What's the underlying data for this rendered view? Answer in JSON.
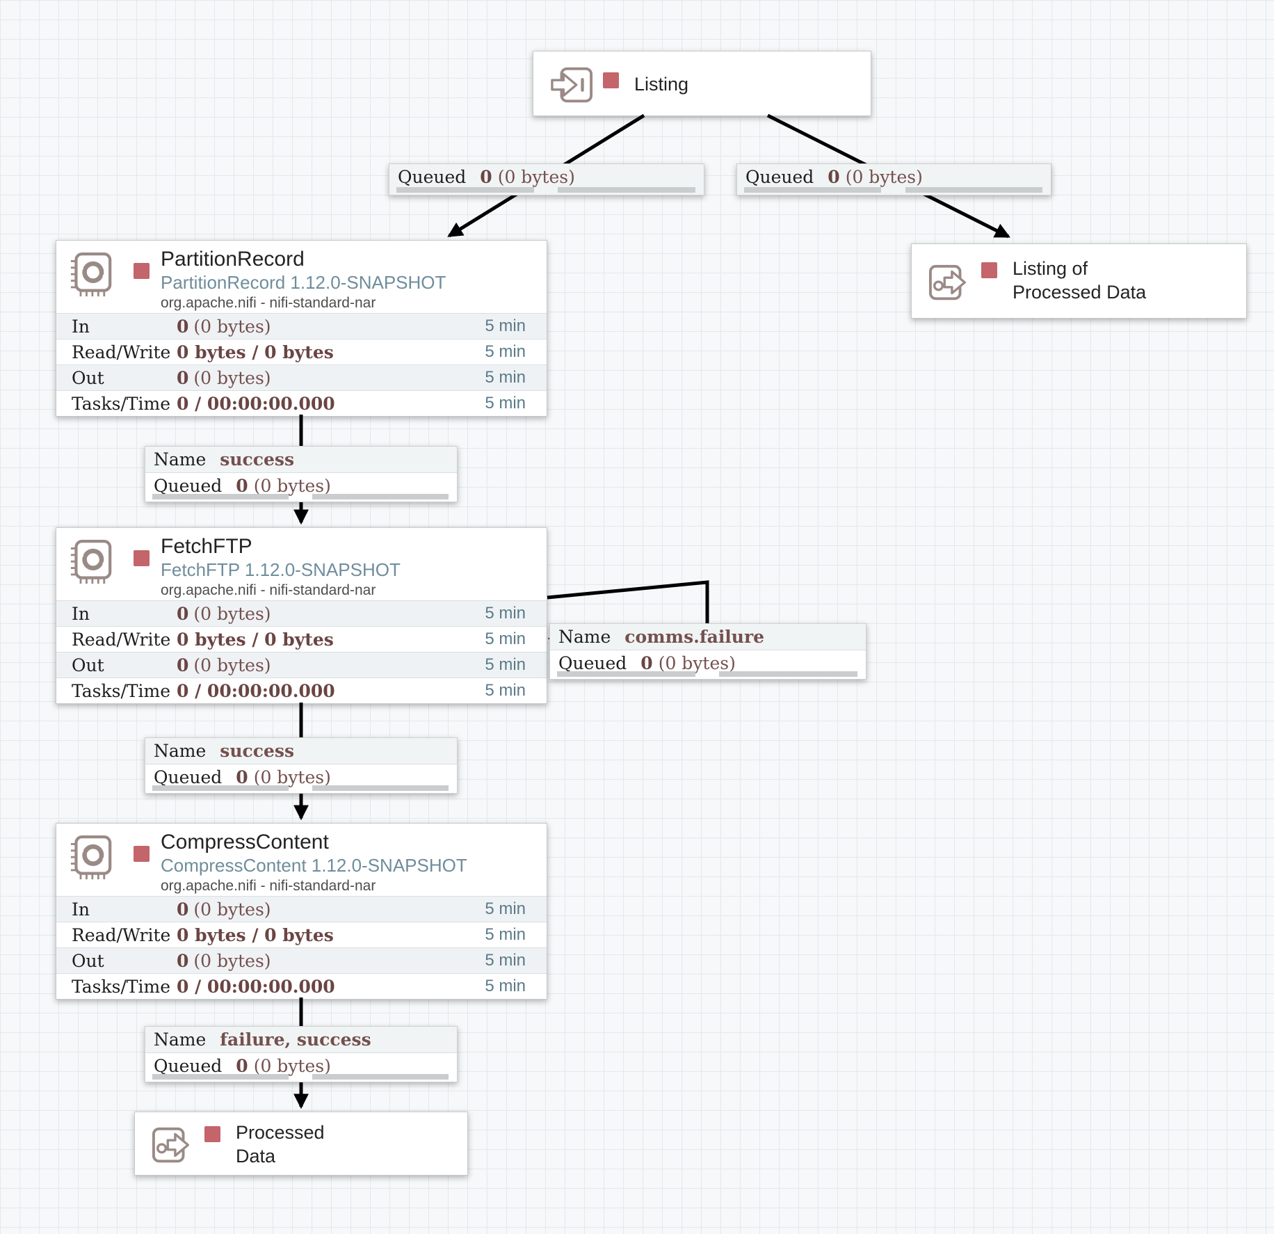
{
  "colors": {
    "stopped_indicator": "#c4646b",
    "icon_mauve": "#9a8a86",
    "value_text": "#74504e",
    "time_window_text": "#5a7a8a",
    "type_text": "#6f8d9c"
  },
  "ports": {
    "listing": {
      "label": "Listing"
    },
    "listing_of_processed_data": {
      "label_line1": "Listing of",
      "label_line2": "Processed Data"
    },
    "processed_data": {
      "label_line1": "Processed",
      "label_line2": "Data"
    }
  },
  "processors": {
    "partition_record": {
      "title": "PartitionRecord",
      "type_version": "PartitionRecord 1.12.0-SNAPSHOT",
      "bundle": "org.apache.nifi - nifi-standard-nar",
      "stats": [
        {
          "label": "In",
          "value_strong": "0",
          "value_rest": "(0 bytes)",
          "window": "5 min"
        },
        {
          "label": "Read/Write",
          "value_strong": "0 bytes / 0 bytes",
          "value_rest": "",
          "window": "5 min"
        },
        {
          "label": "Out",
          "value_strong": "0",
          "value_rest": "(0 bytes)",
          "window": "5 min"
        },
        {
          "label": "Tasks/Time",
          "value_strong": "0 / 00:00:00.000",
          "value_rest": "",
          "window": "5 min"
        }
      ]
    },
    "fetch_ftp": {
      "title": "FetchFTP",
      "type_version": "FetchFTP 1.12.0-SNAPSHOT",
      "bundle": "org.apache.nifi - nifi-standard-nar",
      "stats": [
        {
          "label": "In",
          "value_strong": "0",
          "value_rest": "(0 bytes)",
          "window": "5 min"
        },
        {
          "label": "Read/Write",
          "value_strong": "0 bytes / 0 bytes",
          "value_rest": "",
          "window": "5 min"
        },
        {
          "label": "Out",
          "value_strong": "0",
          "value_rest": "(0 bytes)",
          "window": "5 min"
        },
        {
          "label": "Tasks/Time",
          "value_strong": "0 / 00:00:00.000",
          "value_rest": "",
          "window": "5 min"
        }
      ]
    },
    "compress_content": {
      "title": "CompressContent",
      "type_version": "CompressContent 1.12.0-SNAPSHOT",
      "bundle": "org.apache.nifi - nifi-standard-nar",
      "stats": [
        {
          "label": "In",
          "value_strong": "0",
          "value_rest": "(0 bytes)",
          "window": "5 min"
        },
        {
          "label": "Read/Write",
          "value_strong": "0 bytes / 0 bytes",
          "value_rest": "",
          "window": "5 min"
        },
        {
          "label": "Out",
          "value_strong": "0",
          "value_rest": "(0 bytes)",
          "window": "5 min"
        },
        {
          "label": "Tasks/Time",
          "value_strong": "0 / 00:00:00.000",
          "value_rest": "",
          "window": "5 min"
        }
      ]
    }
  },
  "connections": {
    "listing_to_partition_record": {
      "queued_label": "Queued",
      "queued_count": "0",
      "queued_size": "(0 bytes)"
    },
    "listing_to_listing_of_processed_data": {
      "queued_label": "Queued",
      "queued_count": "0",
      "queued_size": "(0 bytes)"
    },
    "partition_record_to_fetch_ftp": {
      "name_label": "Name",
      "name_value": "success",
      "queued_label": "Queued",
      "queued_count": "0",
      "queued_size": "(0 bytes)"
    },
    "fetch_ftp_comms_failure_loop": {
      "name_label": "Name",
      "name_value": "comms.failure",
      "queued_label": "Queued",
      "queued_count": "0",
      "queued_size": "(0 bytes)"
    },
    "fetch_ftp_to_compress_content": {
      "name_label": "Name",
      "name_value": "success",
      "queued_label": "Queued",
      "queued_count": "0",
      "queued_size": "(0 bytes)"
    },
    "compress_content_to_processed_data": {
      "name_label": "Name",
      "name_value": "failure, success",
      "queued_label": "Queued",
      "queued_count": "0",
      "queued_size": "(0 bytes)"
    }
  }
}
